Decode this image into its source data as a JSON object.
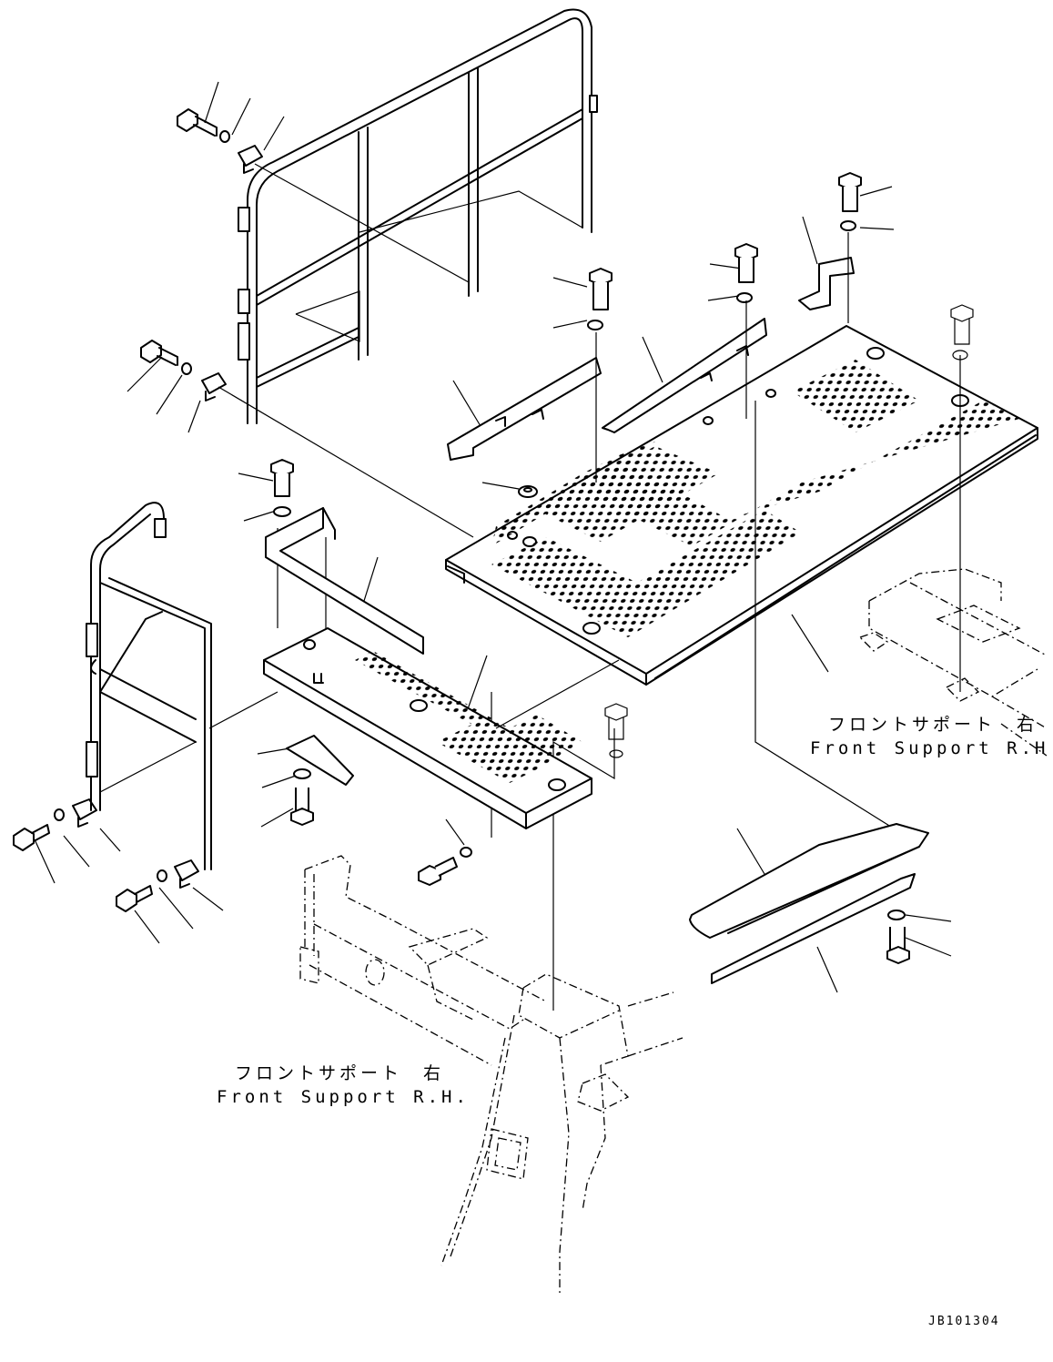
{
  "labels": {
    "ref_upper_jp": "フロントサポート　右",
    "ref_upper_en": "Front Support R.H.",
    "ref_lower_jp": "フロントサポート　右",
    "ref_lower_en": "Front Support R.H.",
    "drawing_number": "JB101304"
  },
  "colors": {
    "ink": "#000000",
    "paper": "#ffffff"
  }
}
